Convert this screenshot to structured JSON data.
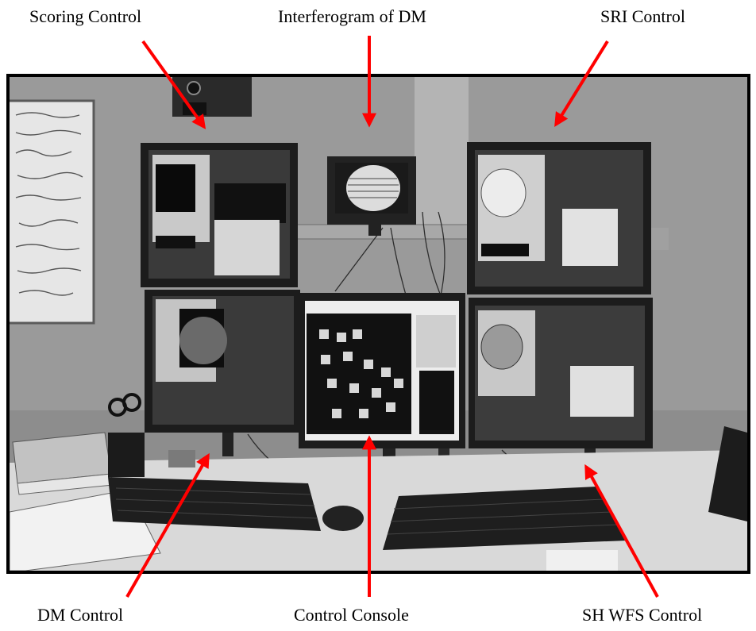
{
  "labels": {
    "scoring_control": "Scoring Control",
    "interferogram_of_dm": "Interferogram of DM",
    "sri_control": "SRI Control",
    "dm_control": "DM Control",
    "control_console": "Control Console",
    "sh_wfs_control": "SH WFS Control"
  },
  "colors": {
    "arrow": "#ff0000",
    "frame": "#000000"
  }
}
